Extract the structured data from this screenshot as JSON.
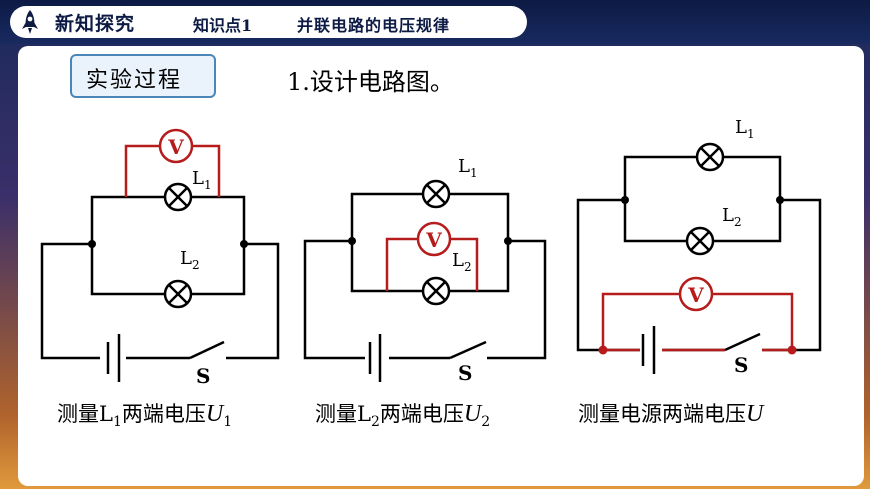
{
  "header": {
    "section_title": "新知探究",
    "knowledge_point": "知识点1",
    "topic": "并联电路的电压规律"
  },
  "tag": {
    "label": "实验过程"
  },
  "step": {
    "text": "1.设计电路图。"
  },
  "meter_symbol": "V",
  "switch_label": "S",
  "lamp1": {
    "main": "L",
    "sub": "1"
  },
  "lamp2": {
    "main": "L",
    "sub": "2"
  },
  "captions": [
    {
      "prefix": "测量L",
      "sub": "1",
      "mid": "两端电压",
      "var": "U",
      "var_sub": "1"
    },
    {
      "prefix": "测量L",
      "sub": "2",
      "mid": "两端电压",
      "var": "U",
      "var_sub": "2"
    },
    {
      "prefix": "测量电源两端电压",
      "sub": "",
      "mid": "",
      "var": "U",
      "var_sub": ""
    }
  ],
  "colors": {
    "wire": "#000000",
    "meter_wire": "#b71c1c",
    "card": "#ffffff",
    "tag_border": "#4b86b8"
  }
}
